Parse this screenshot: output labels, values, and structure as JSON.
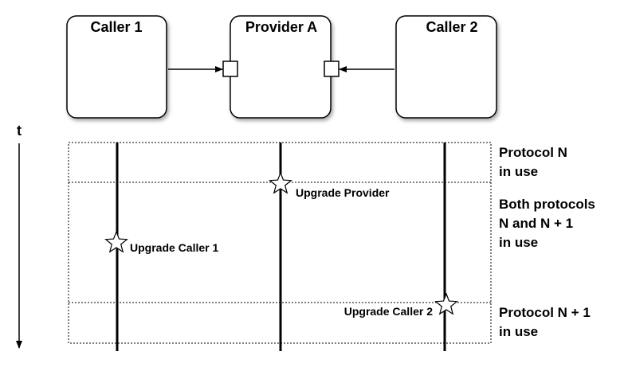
{
  "components": {
    "caller1": "Caller 1",
    "provider": "Provider A",
    "caller2": "Caller 2"
  },
  "time_axis_label": "t",
  "events": {
    "upgrade_provider": "Upgrade Provider",
    "upgrade_caller1": "Upgrade Caller 1",
    "upgrade_caller2": "Upgrade Caller 2"
  },
  "phases": {
    "phase1": {
      "line1": "Protocol N",
      "line2": "in use"
    },
    "phase2": {
      "line1": "Both protocols",
      "line2": "N and N + 1",
      "line3": "in use"
    },
    "phase3": {
      "line1": "Protocol N + 1",
      "line2": "in use"
    }
  }
}
